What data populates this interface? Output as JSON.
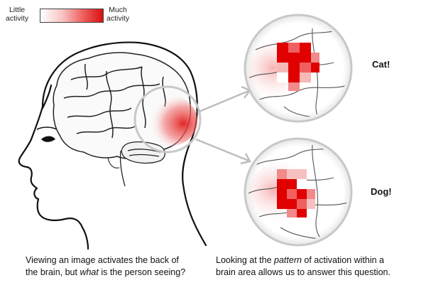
{
  "legend": {
    "low_label_line1": "Little",
    "low_label_line2": "activity",
    "high_label_line1": "Much",
    "high_label_line2": "activity"
  },
  "outcomes": {
    "top": "Cat!",
    "bottom": "Dog!"
  },
  "captions": {
    "left": {
      "line1": "Viewing an image activates the back of",
      "line2_pre": "the brain, but ",
      "line2_em": "what",
      "line2_post": " is the person seeing?"
    },
    "right": {
      "line1_pre": "Looking at the ",
      "line1_em": "pattern",
      "line1_post": " of activation within a",
      "line2": "brain area allows us to answer this question."
    }
  },
  "colors": {
    "activation_strong": "#e00000",
    "activation_light": "#f7b8b8",
    "circle_outline": "#c8c8c8",
    "arrow": "#bdbdbd"
  }
}
